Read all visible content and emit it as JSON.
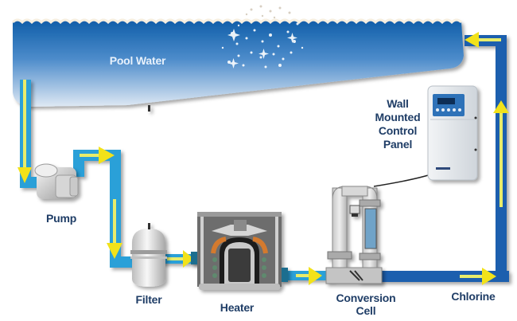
{
  "diagram": {
    "title": "Pool salt chlorination circulation system",
    "components": {
      "pool": {
        "label": "Pool Water"
      },
      "pump": {
        "label": "Pump"
      },
      "filter": {
        "label": "Filter"
      },
      "heater": {
        "label": "Heater"
      },
      "conversion_cell": {
        "label_line1": "Conversion",
        "label_line2": "Cell"
      },
      "control_panel": {
        "label_line1": "Wall",
        "label_line2": "Mounted",
        "label_line3": "Control",
        "label_line4": "Panel"
      },
      "chlorine": {
        "label": "Chlorine"
      }
    },
    "flow_order": [
      "Pool Water",
      "Pump",
      "Filter",
      "Heater",
      "Conversion Cell",
      "Chlorine",
      "Pool Water"
    ],
    "colors": {
      "pipe_light": "#2aa0d8",
      "pipe_dark": "#1f5fae",
      "arrow": "#f2e21a",
      "label": "#1f3d66",
      "water_top": "#1565b0",
      "water_bottom": "#d6e4f2"
    }
  }
}
